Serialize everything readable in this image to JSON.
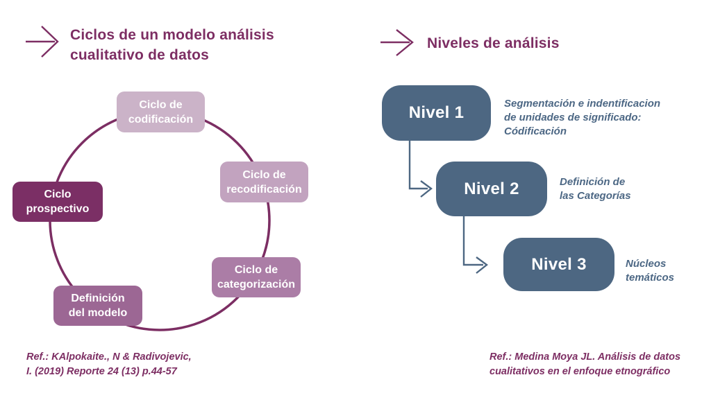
{
  "colors": {
    "title_purple": "#7d2e63",
    "circle_stroke": "#7c2e63",
    "reference_purple": "#7d2e63",
    "slate_blue": "#4d6782",
    "annotation_blue": "#4c6784",
    "box_text": "#ffffff"
  },
  "left": {
    "title": "Ciclos de un modelo análisis\ncualitativo de datos",
    "cycle": {
      "codificacion": {
        "label": "Ciclo de\ncodificación",
        "color": "#cbb3c8"
      },
      "recodificacion": {
        "label": "Ciclo de\nrecodificación",
        "color": "#c2a3bf"
      },
      "categorizacion": {
        "label": "Ciclo de\ncategorización",
        "color": "#ab7da6"
      },
      "definicion": {
        "label": "Definición\ndel modelo",
        "color": "#9c6794"
      },
      "prospectivo": {
        "label": "Ciclo\nprospectivo",
        "color": "#7b2f65"
      }
    },
    "reference": "Ref.: KAlpokaite., N & Radivojevic,\nI. (2019) Reporte 24 (13) p.44-57"
  },
  "right": {
    "title": "Niveles de análisis",
    "levels": {
      "nivel1": {
        "label": "Nivel 1",
        "annotation": "Segmentación e indentificacion\nde unidades de significado:\nCódificación"
      },
      "nivel2": {
        "label": "Nivel 2",
        "annotation": "Definición de\nlas Categorías"
      },
      "nivel3": {
        "label": "Nivel 3",
        "annotation": "Núcleos\ntemáticos"
      }
    },
    "reference": "Ref.: Medina Moya JL. Análisis de datos\ncualitativos en el enfoque etnográfico"
  }
}
